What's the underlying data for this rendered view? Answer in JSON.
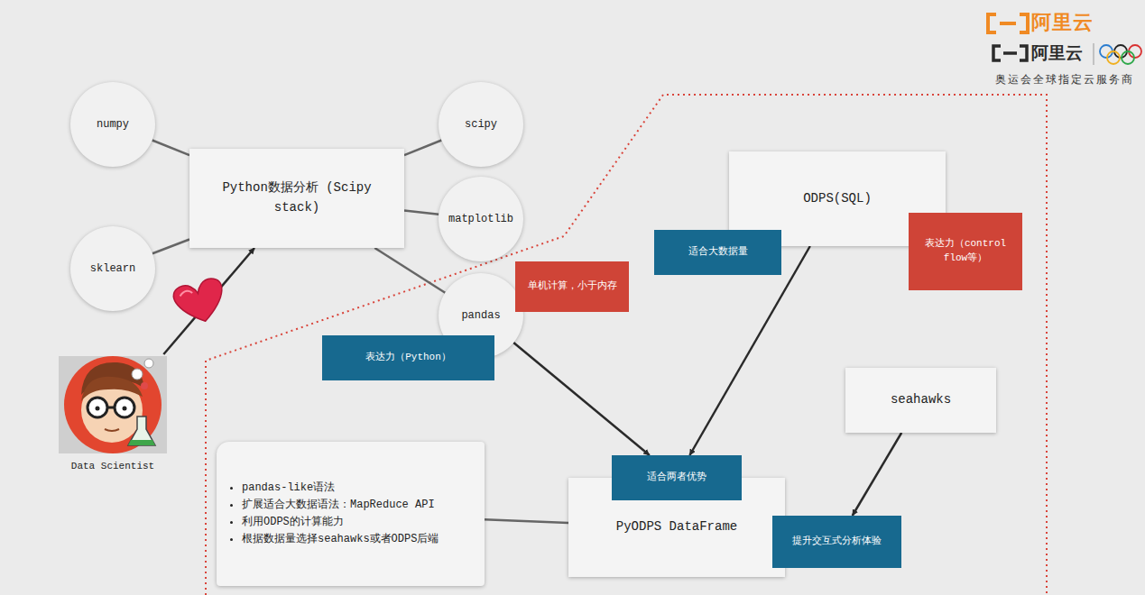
{
  "diagram": {
    "nodes": [
      {
        "text": [
          "numpy"
        ]
      },
      {
        "text": [
          "scipy"
        ]
      },
      {
        "text": [
          "Python数据分析 (Scipy stack)"
        ]
      },
      {
        "text": [
          "matplotlib"
        ]
      },
      {
        "text": [
          "sklearn"
        ]
      },
      {
        "text": [
          "ODPS(SQL)"
        ]
      },
      {
        "text": [
          "适合大数据量"
        ]
      },
      {
        "text": [
          "表达力（control flow等）"
        ]
      },
      {
        "text": [
          "单机计算，小于内存"
        ]
      },
      {
        "text": [
          "pandas"
        ]
      },
      {
        "text": [
          "表达力（Python）"
        ]
      },
      {
        "text": [
          "seahawks"
        ]
      },
      {
        "text": [
          "Data Scientist"
        ]
      },
      {
        "text": [
          "pandas-like语法",
          "扩展适合大数据语法：MapReduce API",
          "利用ODPS的计算能力",
          "根据数据量选择seahawks或者ODPS后端"
        ]
      },
      {
        "text": [
          "适合两者优势"
        ]
      },
      {
        "text": [
          "PyODPS DataFrame"
        ]
      },
      {
        "text": [
          "提升交互式分析体验"
        ]
      }
    ],
    "edges": [
      {
        "from": 0,
        "to": 2,
        "arrow": "none"
      },
      {
        "from": 1,
        "to": 2,
        "arrow": "none"
      },
      {
        "from": 3,
        "to": 2,
        "arrow": "none"
      },
      {
        "from": 4,
        "to": 2,
        "arrow": "none"
      },
      {
        "from": 9,
        "to": 2,
        "arrow": "none"
      },
      {
        "from": 12,
        "to": 2,
        "arrow": "to"
      },
      {
        "from": 9,
        "to": 14,
        "arrow": "to"
      },
      {
        "from": 5,
        "to": 14,
        "arrow": "to"
      },
      {
        "from": 11,
        "to": 16,
        "arrow": "to"
      },
      {
        "from": 13,
        "to": 15,
        "arrow": "none"
      }
    ],
    "labels": [
      "阿里云",
      "阿里云",
      "奥运会全球指定云服务商"
    ]
  }
}
